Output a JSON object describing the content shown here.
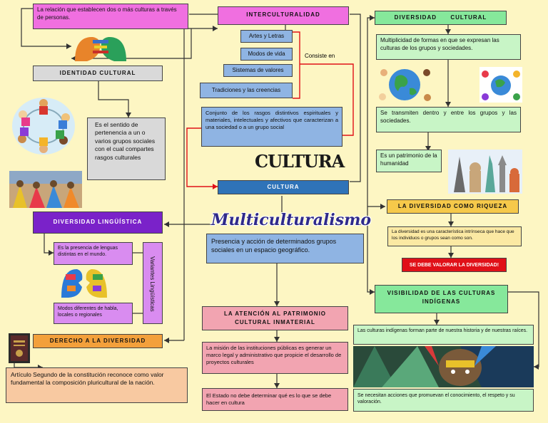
{
  "title": "Multiculturalismo",
  "definition": "Presencia y acción de determinados grupos sociales en un espacio geográfico.",
  "interculturalidad": {
    "title": "INTERCULTURALIDAD",
    "relation": "La relación que establecen dos o más culturas a través de personas.",
    "items": [
      "Artes y Letras",
      "Modos de vida",
      "Sistemas de valores",
      "Tradiciones y las creencias"
    ],
    "consiste": "Consiste en",
    "conjunto": "Conjunto de los rasgos distintivos espirituales y materiales, intelectuales y afectivos que caracterizan a una sociedad o a un grupo social"
  },
  "cultura": {
    "title": "CULTURA",
    "logo": "CULTURA"
  },
  "identidad": {
    "title": "IDENTIDAD CULTURAL",
    "text": "Es el sentido de pertenencia a un o varios grupos sociales con el cual compartes rasgos culturales"
  },
  "linguistica": {
    "title": "DIVERSIDAD LINGÜÍSTICA",
    "presencia": "Es la presencia de lenguas distintas en el mundo.",
    "modos": "Modos diferentes de habla, locales o regionales",
    "variantes": "Variantes Lingüísticas"
  },
  "derecho": {
    "title": "DERECHO A LA DIVERSIDAD",
    "text": "Artículo Segundo de la constitución reconoce como valor fundamental la composición pluricultural de la nación."
  },
  "diversidad_cultural": {
    "title": "DIVERSIDAD      CULTURAL",
    "def": "Multiplicidad de formas en que se expresan las culturas de los grupos y sociedades.",
    "transmiten": "Se transmiten dentro y entre los grupos y las sociedades.",
    "patrimonio": "Es un patrimonio de la humanidad"
  },
  "riqueza": {
    "title": "LA DIVERSIDAD COMO RIQUEZA",
    "text": "La diversidad es una característica intrínseca que hace que los individuos o grupos sean como son.",
    "alert": "SE DEBE VALORAR LA DIVERSIDAD!"
  },
  "indigenas": {
    "title": "VISIBILIDAD DE LAS CULTURAS INDÍGENAS",
    "parte": "Las culturas indígenas forman parte de nuestra historia y de nuestras raíces.",
    "acciones": "Se necesitan acciones que promuevan el conocimiento, el respeto y su valoración."
  },
  "patrimonio_inmaterial": {
    "title": "LA ATENCIÓN AL PATRIMONIO CULTURAL INMATERIAL",
    "mision": "La misión de las instituciones públicas es generar un marco legal y administrativo que propicie el desarrollo de proyectos culturales",
    "estado": "El Estado no debe determinar qué es lo que se debe hacer en cultura"
  },
  "colors": {
    "background": "#fdf6c3",
    "title_blue": "#2f2a8a",
    "alert_red": "#e01018"
  }
}
